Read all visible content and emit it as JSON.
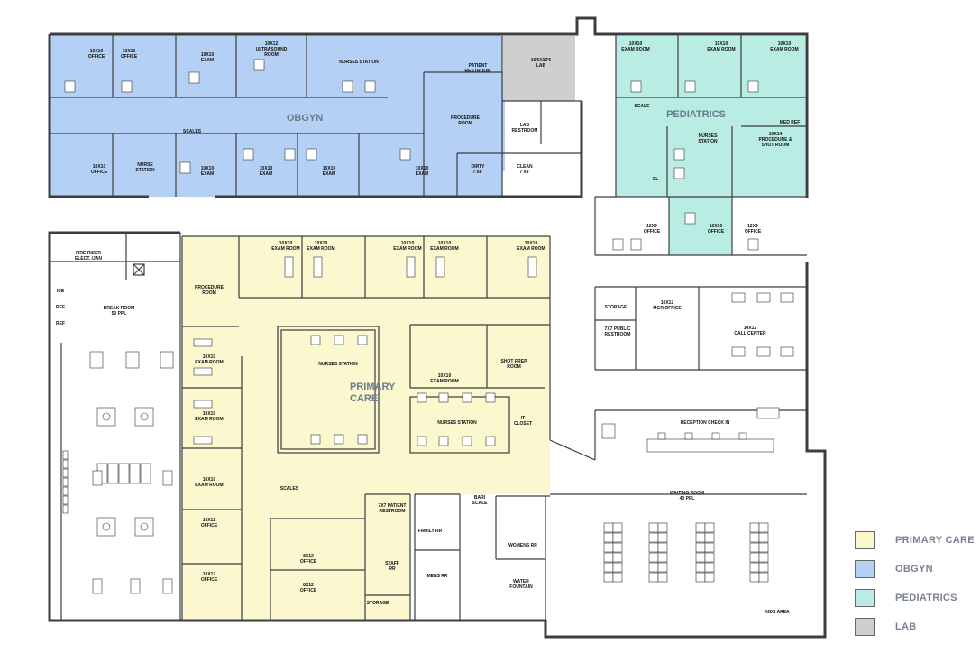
{
  "departments": {
    "primary_care": "PRIMARY\nCARE",
    "obgyn": "OBGYN",
    "pediatrics": "PEDIATRICS"
  },
  "colors": {
    "primary_care": "#fbf7cf",
    "obgyn": "#b5d0f5",
    "pediatrics": "#b9ece3",
    "lab": "#cfcfcf",
    "wall": "#3d3d3d"
  },
  "legend": [
    {
      "label": "PRIMARY CARE",
      "color": "#fbf7cf"
    },
    {
      "label": "OBGYN",
      "color": "#b5d0f5"
    },
    {
      "label": "PEDIATRICS",
      "color": "#b9ece3"
    },
    {
      "label": "LAB",
      "color": "#cfcfcf"
    }
  ],
  "rooms": {
    "ob_office_1": "10X10\nOFFICE",
    "ob_office_2": "10X10\nOFFICE",
    "ob_exam_1": "10X10\nEXAM",
    "ob_ultrasound": "10X12\nULTRASOUND\nROOM",
    "ob_nurses_station": "NURSES STATION",
    "ob_patient_restroom": "PATIENT\nRESTROOM",
    "lab": "10'6X13'6\nLAB",
    "ob_procedure": "PROCEDURE\nROOM",
    "lab_restroom": "LAB\nRESTROOM",
    "ob_scales": "SCALES",
    "ob_office_3": "10X10\nOFFICE",
    "ob_nurse_station_2": "NURSE\nSTATION",
    "ob_exam_2": "10X10\nEXAM",
    "ob_exam_3": "10X10\nEXAM",
    "ob_exam_4": "10X10\nEXAM",
    "ob_exam_5": "10X10\nEXAM",
    "dirty": "DIRTY\n7'X8'",
    "clean": "CLEAN\n7'X8'",
    "ped_exam_1": "10X10\nEXAM ROOM",
    "ped_exam_2": "10X10\nEXAM ROOM",
    "ped_exam_3": "10X10\nEXAM ROOM",
    "ped_scale": "SCALE",
    "ped_med_ref": "MED REF",
    "ped_nurses_station": "NURSES\nSTATION",
    "ped_procedure": "10X14\nPROCEDURE &\nSHOT ROOM",
    "ped_cl": "CL",
    "ped_office_1": "12X9\nOFFICE",
    "ped_office_2": "10X10\nOFFICE",
    "ped_office_3": "12X9\nOFFICE",
    "fire_riser": "FIRE RISER\nELECT. /JAN",
    "break_room": "BREAK ROOM\n50 PPL",
    "ice": "ICE",
    "ref_1": "REF",
    "ref_2": "REF",
    "pc_exam_top_1": "10X10\nEXAM ROOM",
    "pc_exam_top_2": "10X10\nEXAM ROOM",
    "pc_exam_top_3": "10X10\nEXAM ROOM",
    "pc_exam_top_4": "10X10\nEXAM ROOM",
    "pc_exam_top_5": "10X10\nEXAM ROOM",
    "pc_procedure": "PROCEDURE\nROOM",
    "pc_exam_left_1": "10X10\nEXAM ROOM",
    "pc_exam_left_2": "10X10\nEXAM ROOM",
    "pc_exam_left_3": "10X10\nEXAM ROOM",
    "pc_office_1": "10X12\nOFFICE",
    "pc_office_2": "10X12\nOFFICE",
    "pc_nurses_station_1": "NURSES STATION",
    "pc_nurses_station_2": "NURSES STATION",
    "pc_exam_mid": "10X10\nEXAM ROOM",
    "shot_prep": "SHOT PREP\nROOM",
    "it_closet": "IT\nCLOSET",
    "pc_scales": "SCALES",
    "pc_office_3": "8X12\nOFFICE",
    "pc_office_4": "8X12\nOFFICE",
    "pc_storage": "STORAGE",
    "pc_patient_restroom": "7X7 PATIENT\nRESTROOM",
    "family_rr": "FAMILY RR",
    "staff_rr": "STAFF\nRR",
    "mens_rr": "MENS RR",
    "bari_scale": "BARI\nSCALE",
    "womens_rr": "WOMENS RR",
    "water_fountain": "WATER\nFOUNTAIN",
    "storage_right": "STORAGE",
    "mgr_office": "10X12\nMGR OFFICE",
    "public_restroom": "7X7 PUBLIC\nRESTROOM",
    "call_center": "14X12\nCALL CENTER",
    "reception": "RECEPTION CHECK IN",
    "waiting_room": "WAITING ROOM\n40 PPL",
    "kids_area": "KIDS AREA"
  }
}
